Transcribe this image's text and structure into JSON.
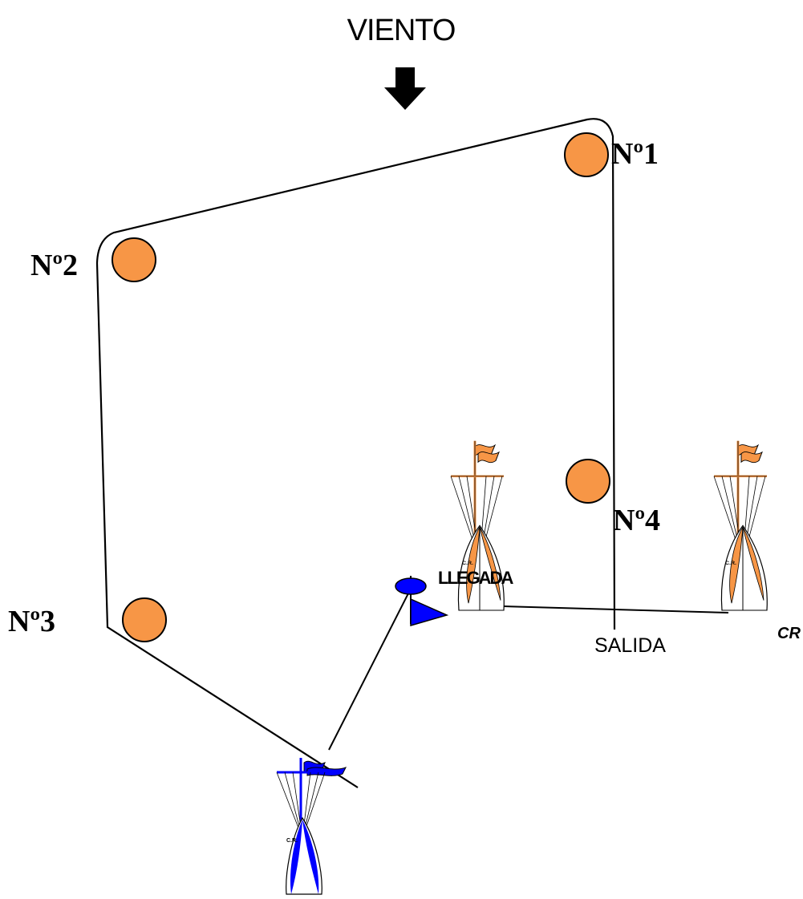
{
  "wind": {
    "label": "VIENTO"
  },
  "marks": [
    {
      "label": "Nº1"
    },
    {
      "label": "Nº2"
    },
    {
      "label": "Nº3"
    },
    {
      "label": "Nº4"
    }
  ],
  "start": {
    "label": "SALIDA",
    "committee": "CR",
    "boat_tag": "C.R."
  },
  "finish": {
    "label": "LLEGADA"
  },
  "colors": {
    "buoy": "#f79646",
    "finish": "#0000ff",
    "line": "#000000"
  }
}
